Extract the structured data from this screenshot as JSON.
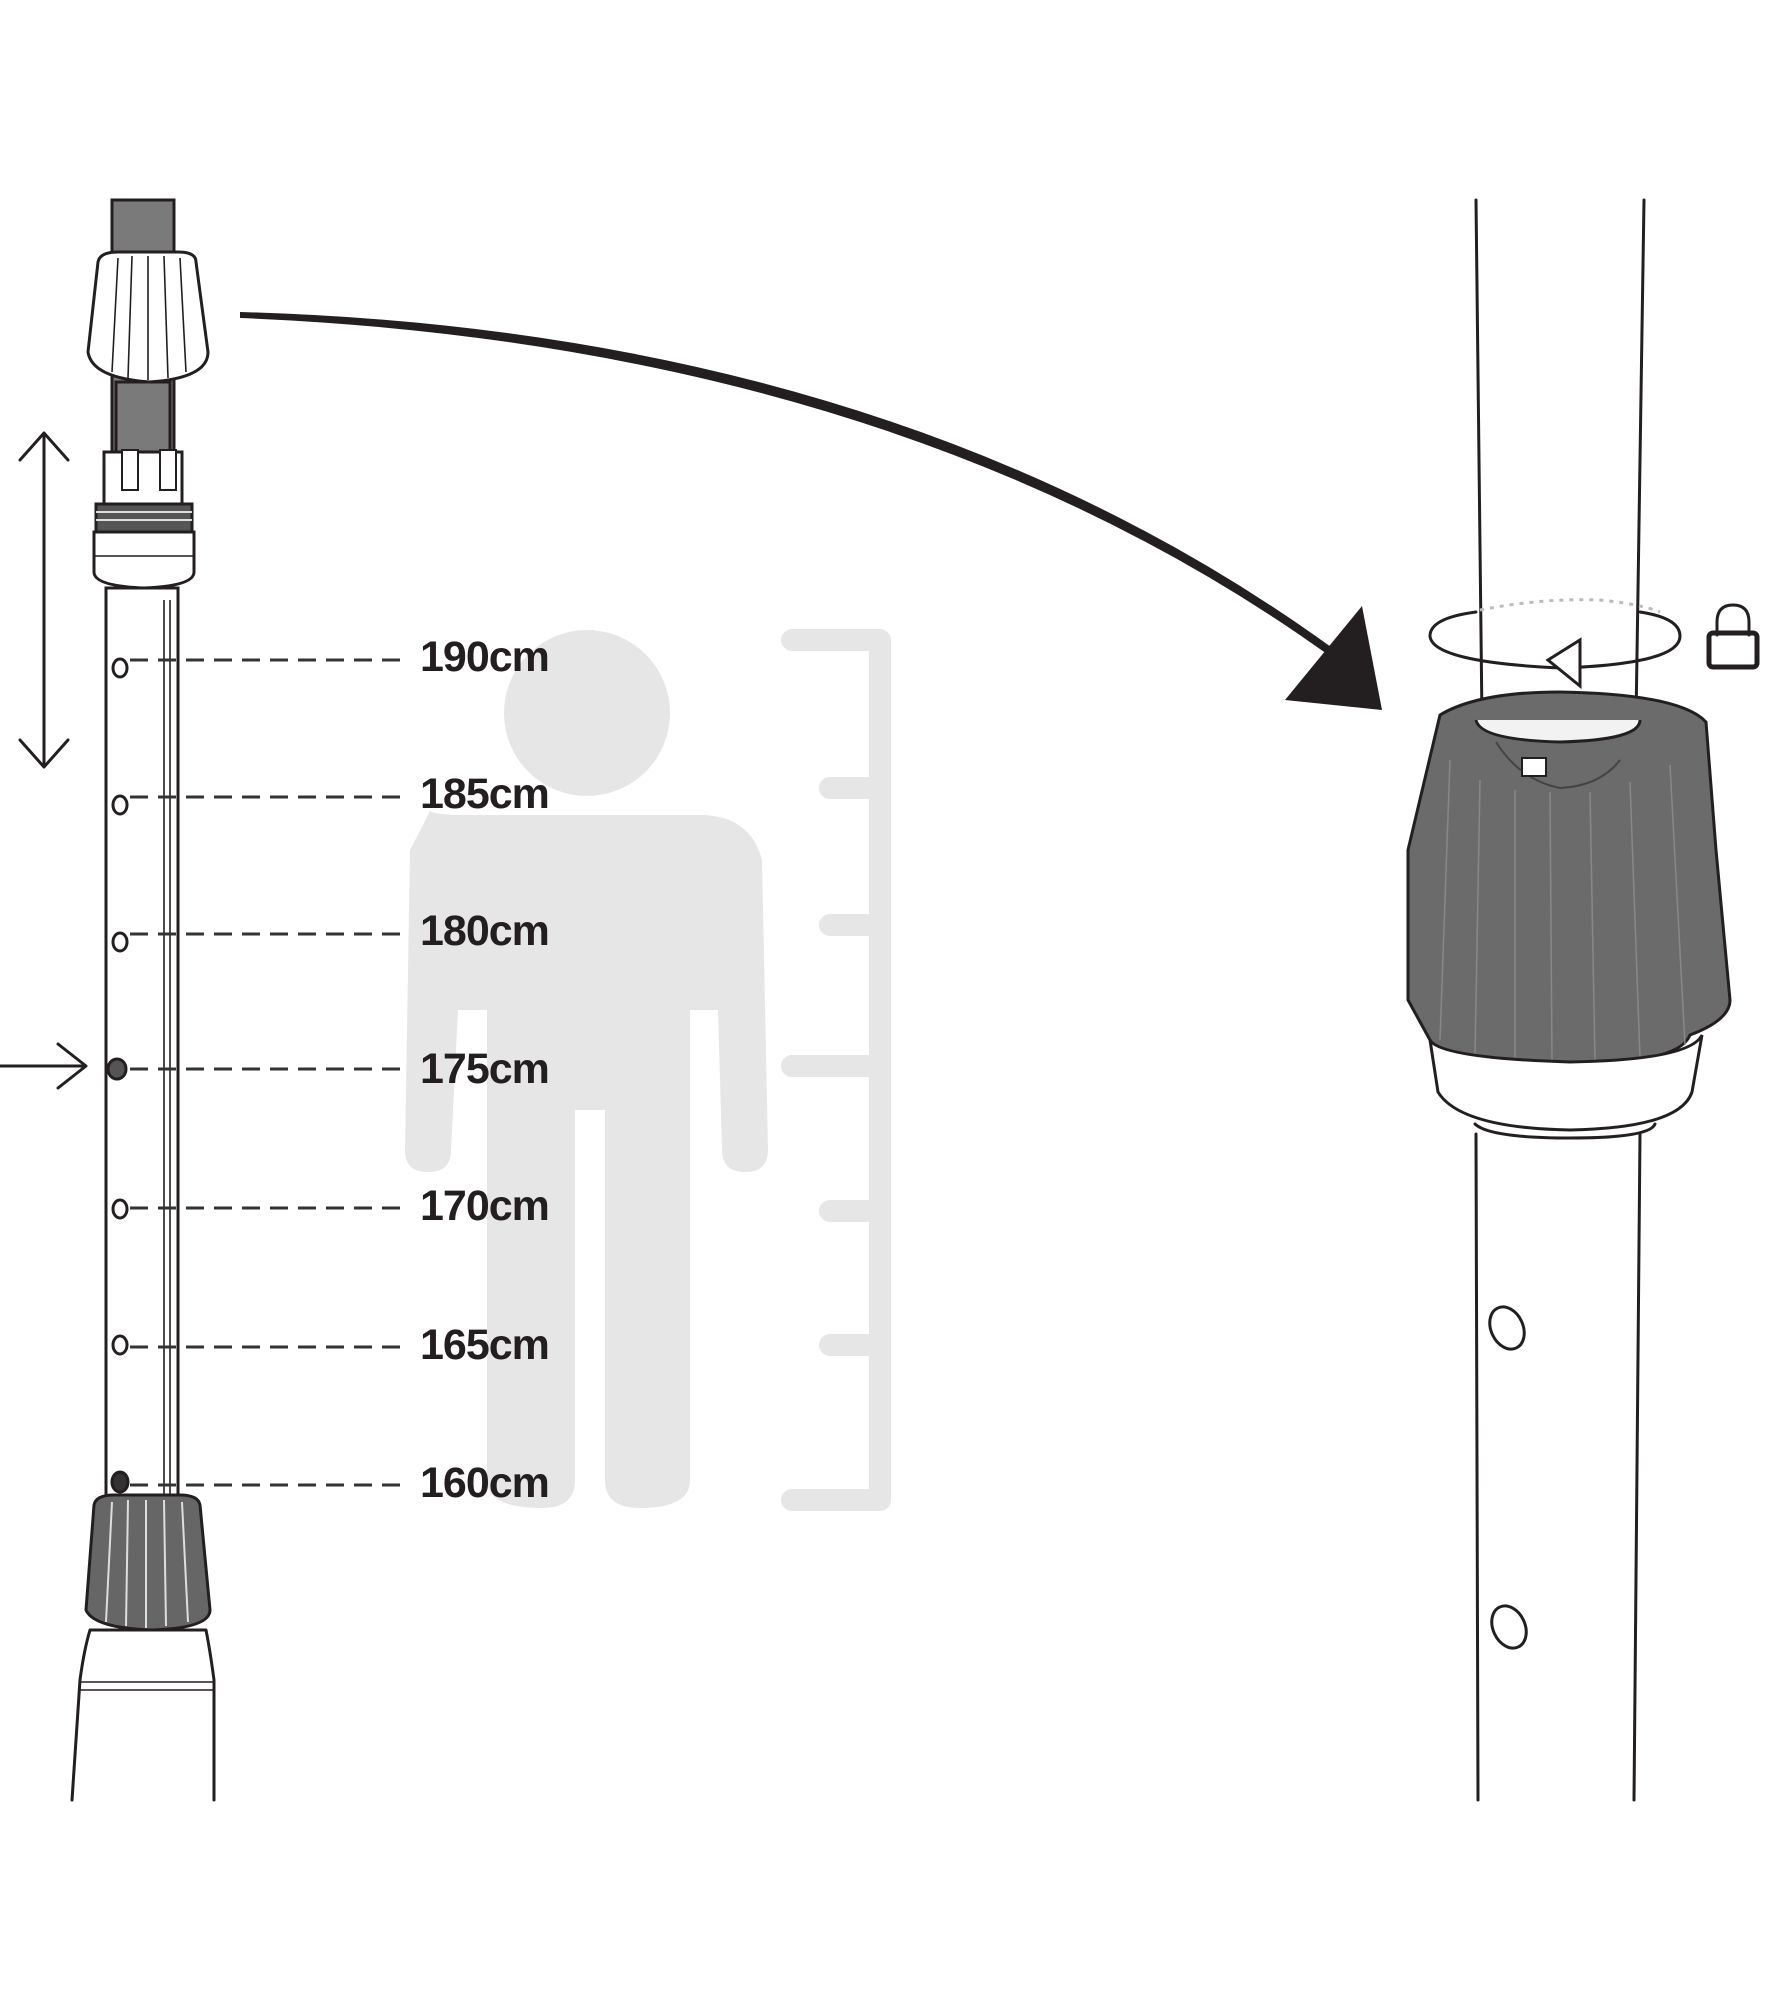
{
  "height_scale": {
    "marks": [
      {
        "label": "190cm",
        "height_cm": 190,
        "selected": false
      },
      {
        "label": "185cm",
        "height_cm": 185,
        "selected": false
      },
      {
        "label": "180cm",
        "height_cm": 180,
        "selected": false
      },
      {
        "label": "175cm",
        "height_cm": 175,
        "selected": true
      },
      {
        "label": "170cm",
        "height_cm": 170,
        "selected": false
      },
      {
        "label": "165cm",
        "height_cm": 165,
        "selected": false
      },
      {
        "label": "160cm",
        "height_cm": 160,
        "selected": false
      }
    ]
  },
  "icons": {
    "adjust": "double-headed-vertical-arrow",
    "pointer": "right-arrow",
    "zoom": "curved-arrow",
    "rotate": "rotation-arrow",
    "lock": "padlock"
  },
  "colors": {
    "line": "#231f20",
    "ghost_figure": "#e6e6e6",
    "collar": "#6b6b6b",
    "upper_tube": "#7a7a7a"
  }
}
